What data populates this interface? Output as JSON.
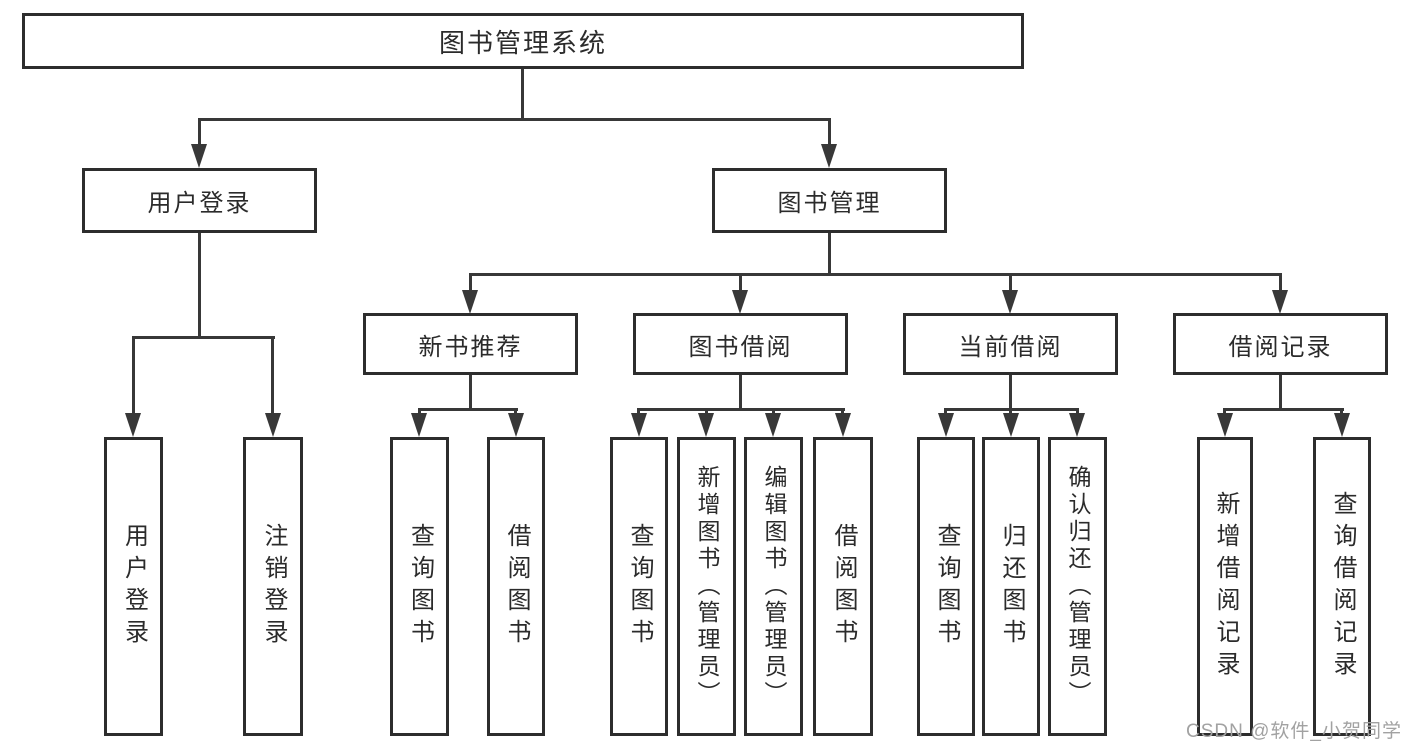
{
  "diagram": {
    "root": {
      "label": "图书管理系统"
    },
    "level2": [
      {
        "label": "用户登录",
        "children": [
          {
            "label": "用户登录"
          },
          {
            "label": "注销登录"
          }
        ]
      },
      {
        "label": "图书管理",
        "children": [
          {
            "label": "新书推荐",
            "children": [
              {
                "label": "查询图书"
              },
              {
                "label": "借阅图书"
              }
            ]
          },
          {
            "label": "图书借阅",
            "children": [
              {
                "label": "查询图书"
              },
              {
                "label": "新增图书（管理员）"
              },
              {
                "label": "编辑图书（管理员）"
              },
              {
                "label": "借阅图书"
              }
            ]
          },
          {
            "label": "当前借阅",
            "children": [
              {
                "label": "查询图书"
              },
              {
                "label": "归还图书"
              },
              {
                "label": "确认归还（管理员）"
              }
            ]
          },
          {
            "label": "借阅记录",
            "children": [
              {
                "label": "新增借阅记录"
              },
              {
                "label": "查询借阅记录"
              }
            ]
          }
        ]
      }
    ]
  },
  "watermark": {
    "text": "CSDN @软件_小贺同学"
  },
  "colors": {
    "line": "#383838",
    "box_border": "#2d2d2d",
    "box_fill": "#ffffff",
    "text": "#2b2b2b",
    "watermark": "#a2a2a2"
  }
}
